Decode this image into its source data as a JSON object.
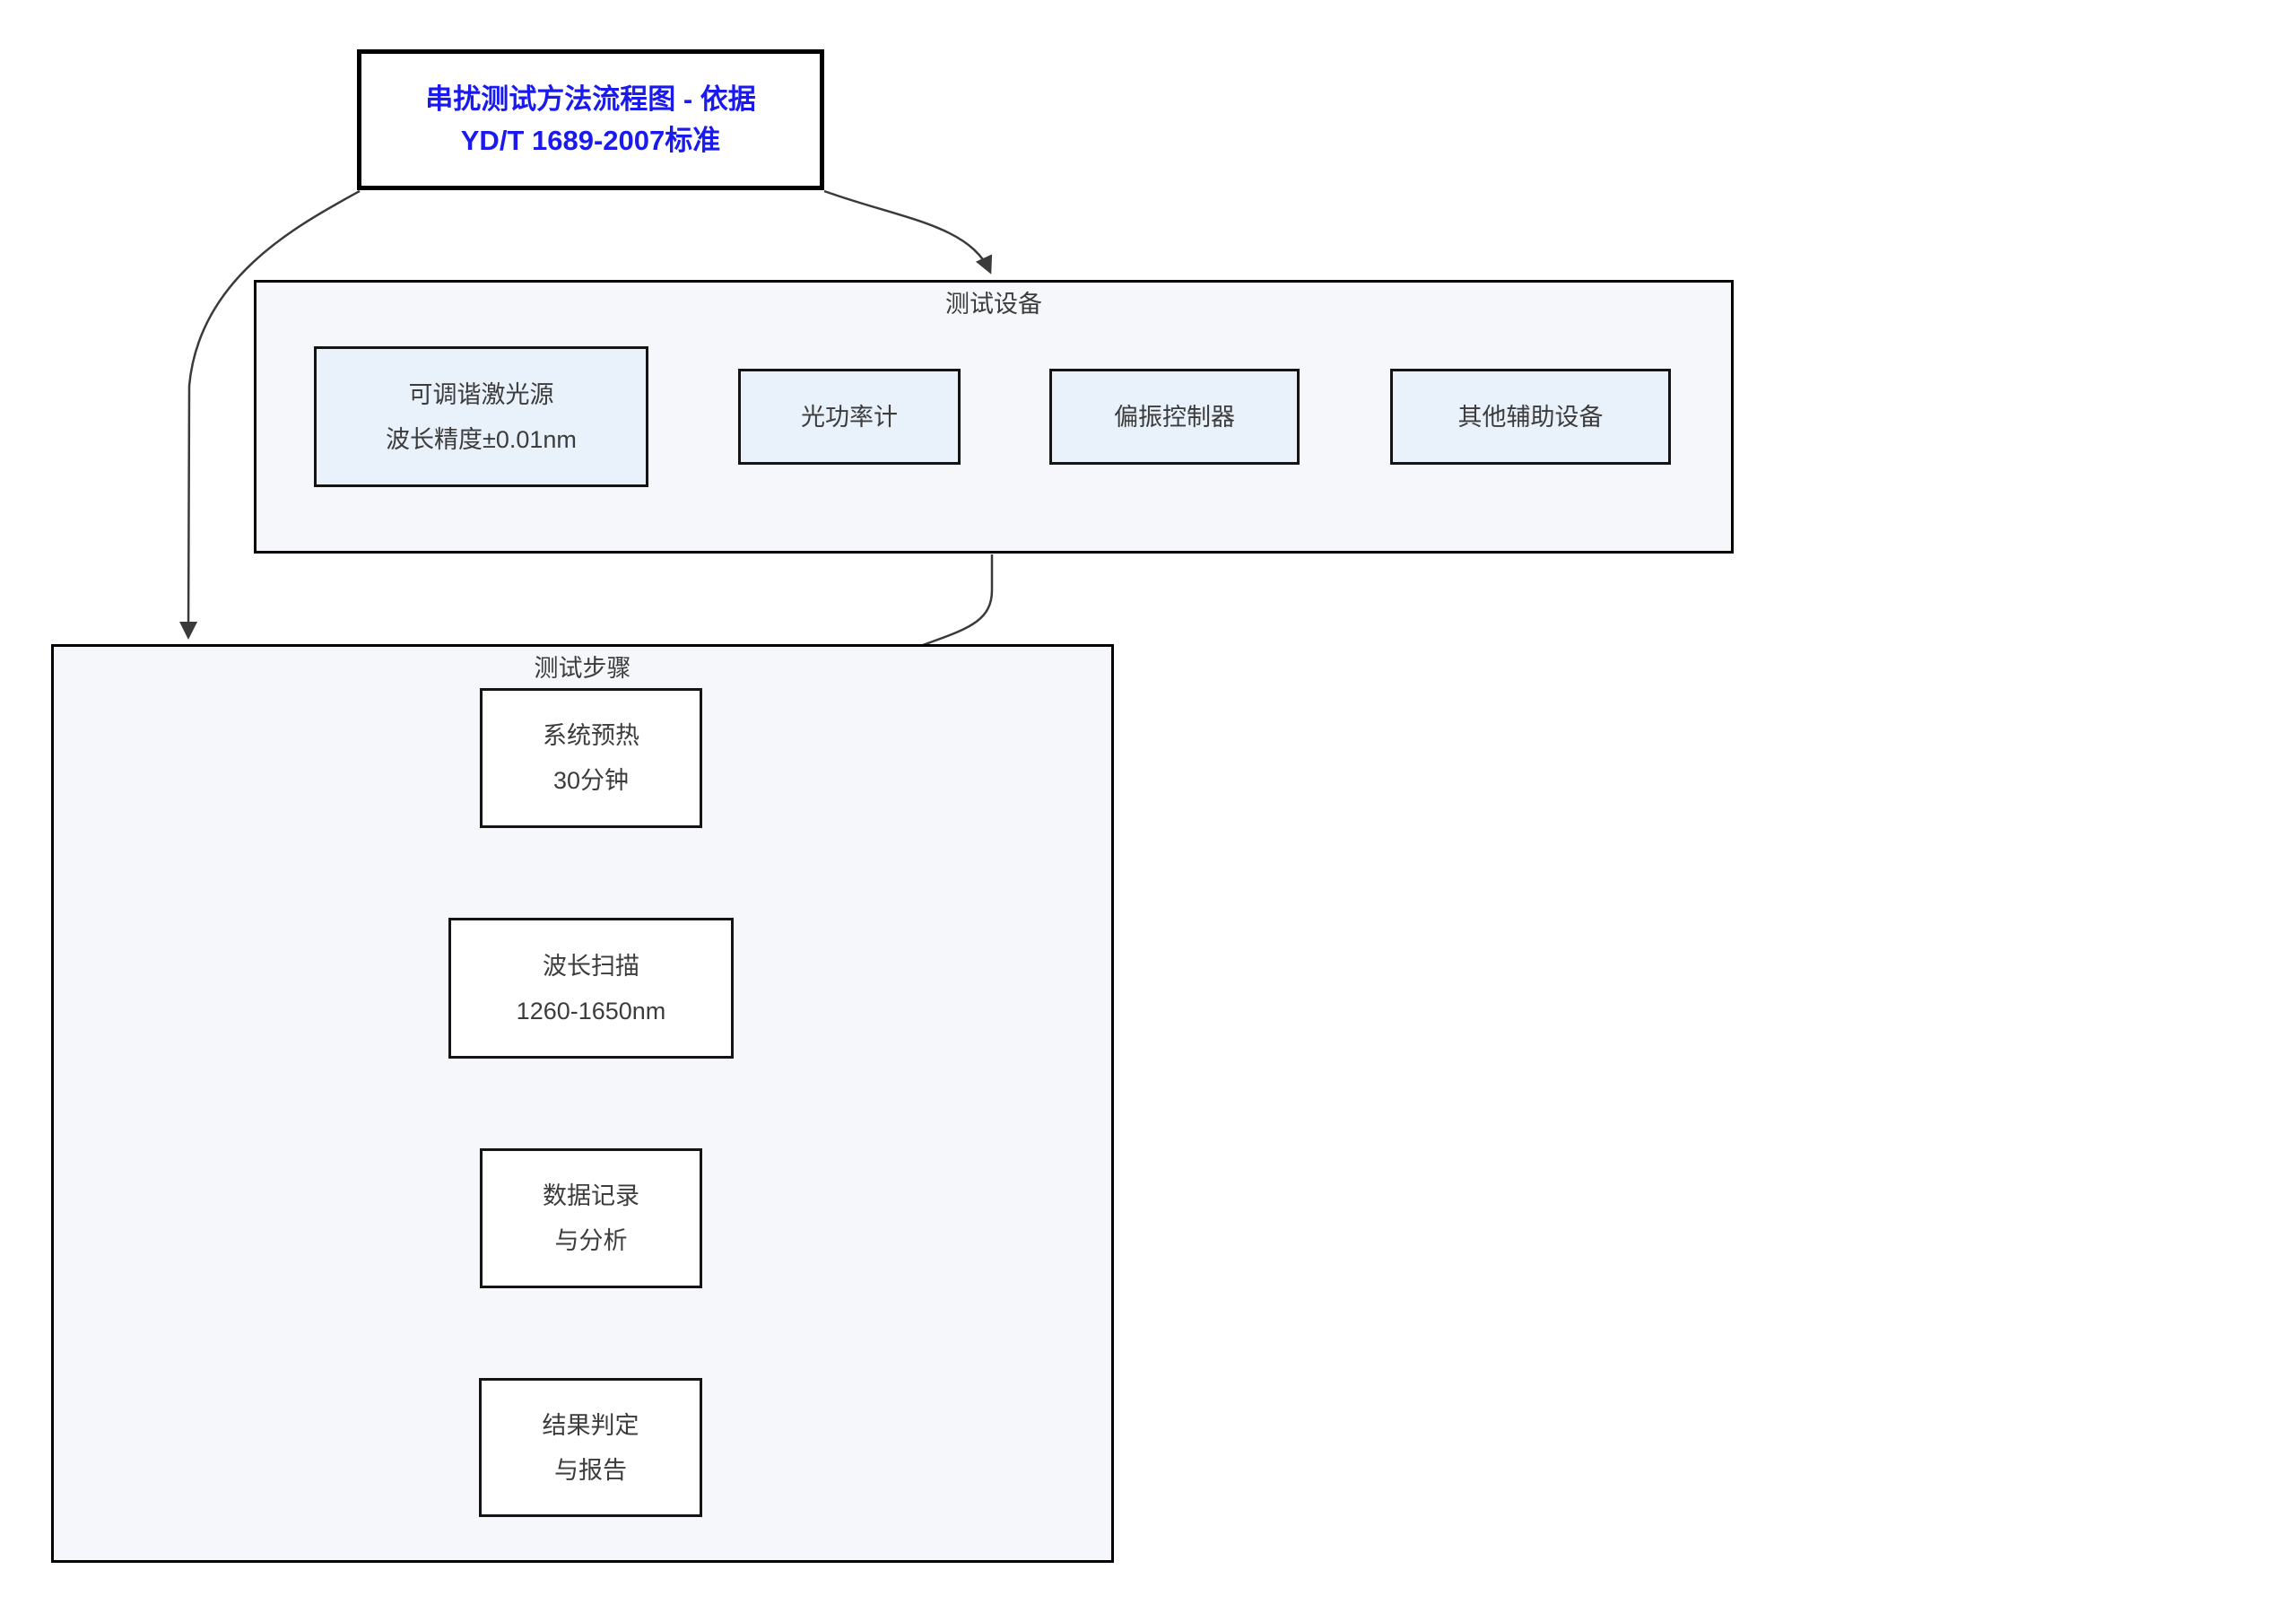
{
  "diagram": {
    "title": {
      "line1": "串扰测试方法流程图 - 依据",
      "line2": "YD/T 1689-2007标准"
    },
    "equipment": {
      "label": "测试设备",
      "items": [
        {
          "lines": [
            "可调谐激光源",
            "波长精度±0.01nm"
          ]
        },
        {
          "lines": [
            "光功率计"
          ]
        },
        {
          "lines": [
            "偏振控制器"
          ]
        },
        {
          "lines": [
            "其他辅助设备"
          ]
        }
      ]
    },
    "steps": {
      "label": "测试步骤",
      "items": [
        {
          "lines": [
            "系统预热",
            "30分钟"
          ]
        },
        {
          "lines": [
            "波长扫描",
            "1260-1650nm"
          ]
        },
        {
          "lines": [
            "数据记录",
            "与分析"
          ]
        },
        {
          "lines": [
            "结果判定",
            "与报告"
          ]
        }
      ]
    },
    "colors": {
      "title_text": "#1a1aee",
      "container_fill": "#f5f7fa",
      "equipment_box_fill": "#e9f1fb",
      "step_box_fill": "#ffffff",
      "border": "#000000",
      "connector": "#3a3a3a",
      "label_text": "#3c3c3c"
    }
  }
}
